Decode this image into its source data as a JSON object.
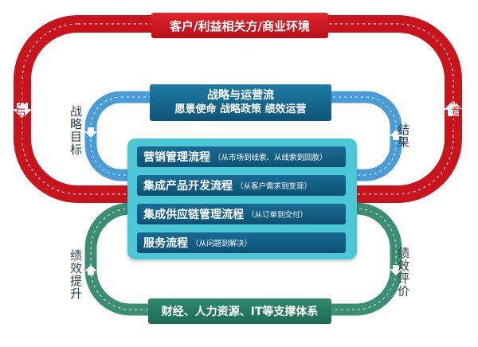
{
  "top_box": "客户/利益相关方/商业环境",
  "strategy_box": {
    "title": "战略与运营流",
    "subtitle": "愿景使命 战略政策 绩效运营"
  },
  "processes": [
    {
      "title": "营销管理流程",
      "sub": "（从市场到线索、从线索到回款）"
    },
    {
      "title": "集成产品开发流程",
      "sub": "（从客户需求到变现）"
    },
    {
      "title": "集成供应链管理流程",
      "sub": "（从订单到交付）"
    },
    {
      "title": "服务流程",
      "sub": "（从问题到解决）"
    }
  ],
  "support_box": "财经、人力资源、IT等支撑体系",
  "labels": {
    "demand": "需求与渴望",
    "satisfaction": "满意度",
    "strategic_goal": "战略目标",
    "result": "结果",
    "performance_improve": "绩效提升",
    "performance_eval": "绩效评价"
  },
  "colors": {
    "red_loop": "#c9141e",
    "blue_loop": "#4a9cd6",
    "green_loop": "#3b8e73",
    "center_box": "#4cc7d6",
    "dark_box": "#1a6a94",
    "label_red": "#c0141e",
    "label_dark": "#2f3f4f"
  }
}
